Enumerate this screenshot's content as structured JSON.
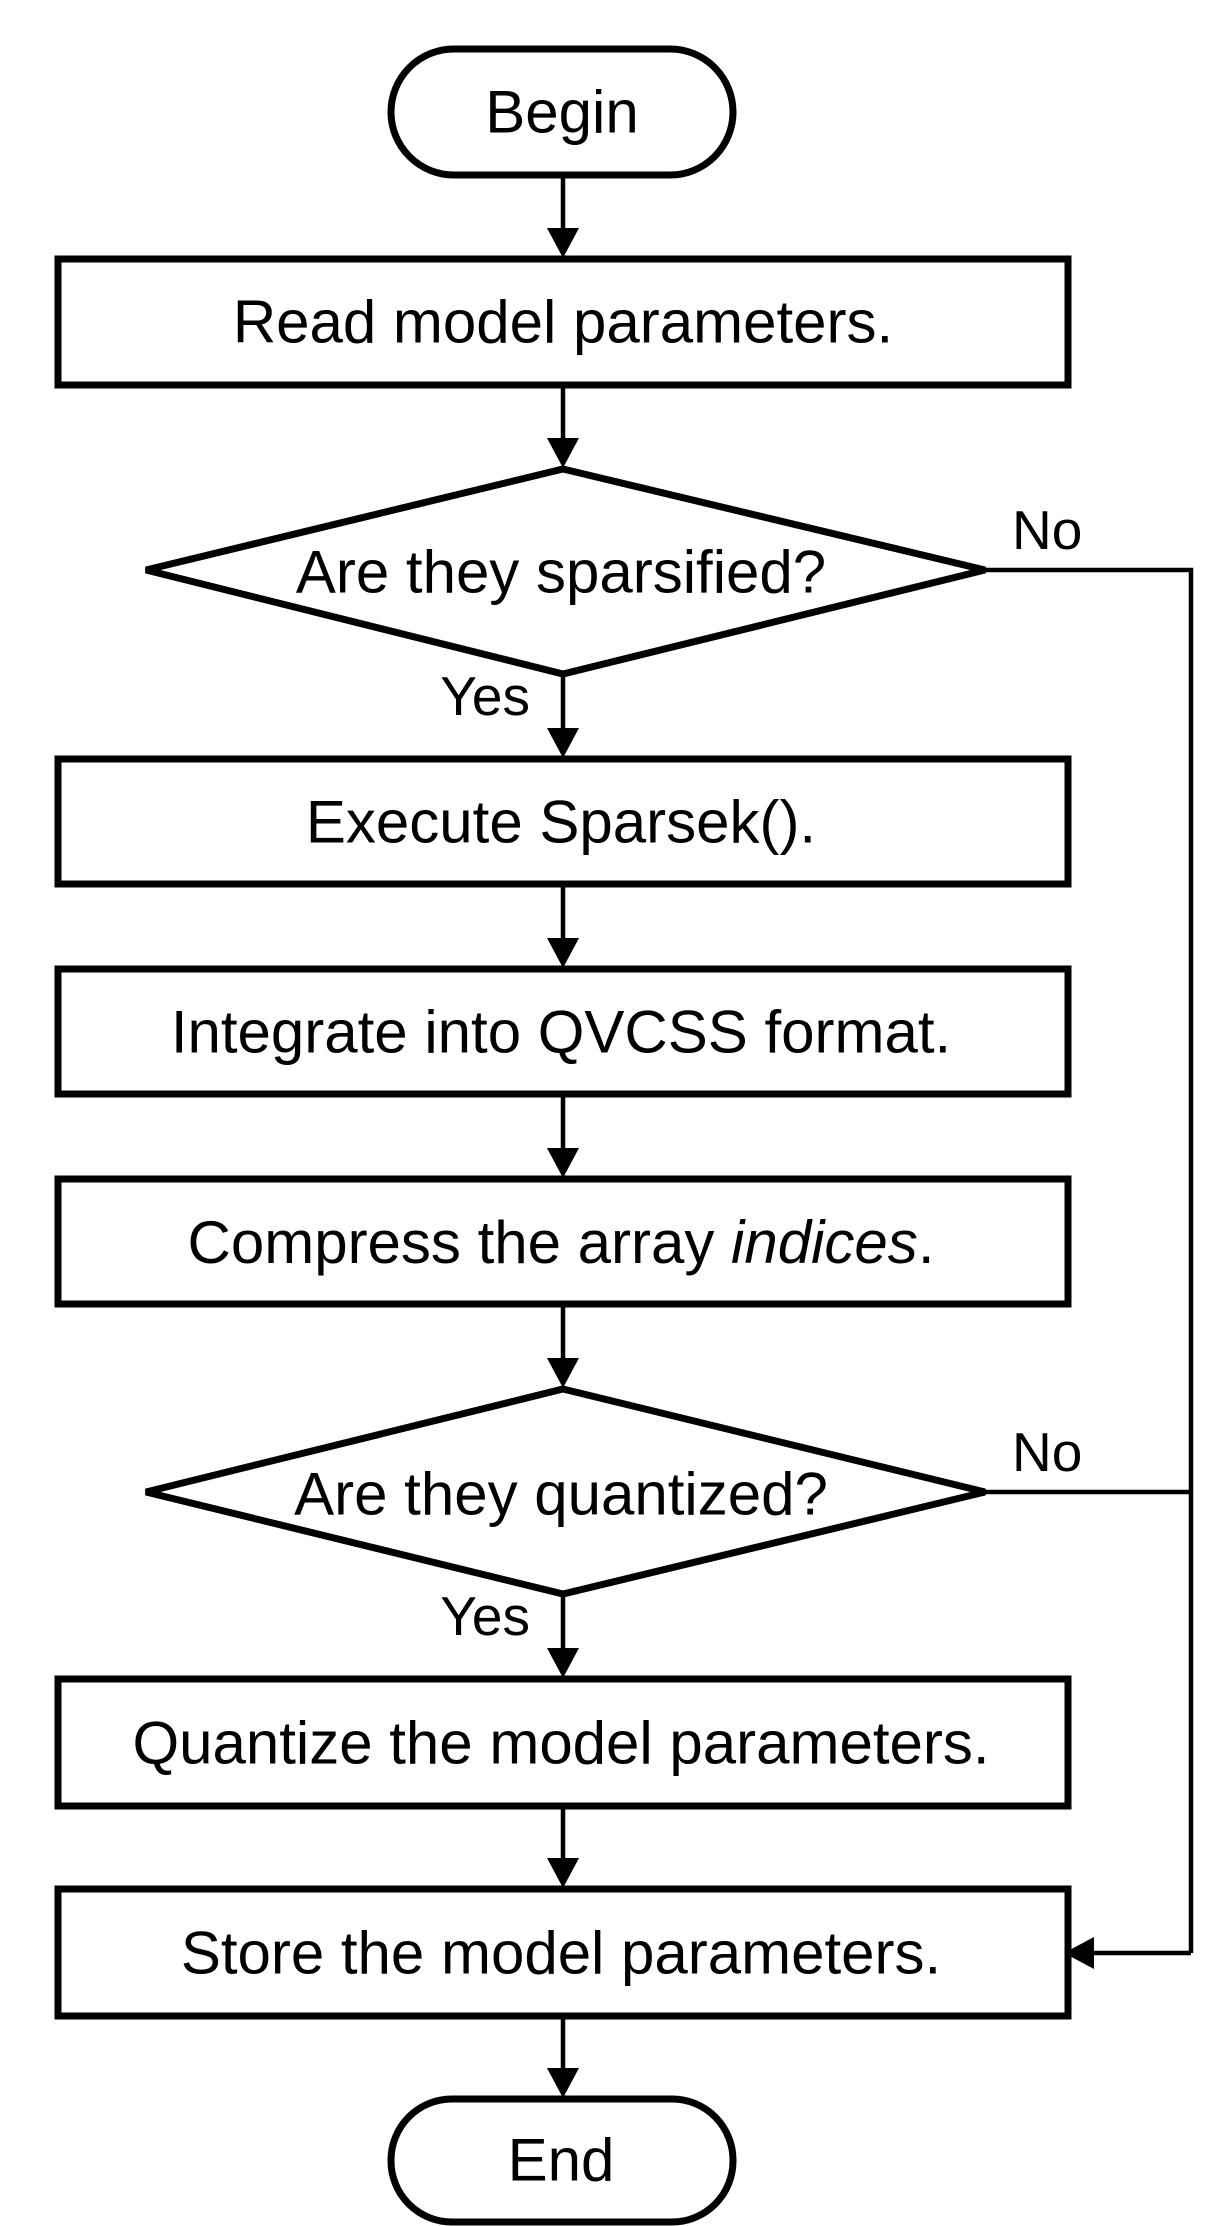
{
  "nodes": {
    "begin": "Begin",
    "read": "Read model parameters.",
    "sparsified": "Are they sparsified?",
    "execute": "Execute Sparsek().",
    "integrate": "Integrate into QVCSS format.",
    "compress_prefix": "Compress the array ",
    "compress_italic": "indices",
    "compress_suffix": ".",
    "quantized": "Are they quantized?",
    "quantize": "Quantize the model parameters.",
    "store": "Store the model parameters.",
    "end": "End"
  },
  "edges": {
    "sparsified_yes": "Yes",
    "sparsified_no": "No",
    "quantized_yes": "Yes",
    "quantized_no": "No"
  },
  "colors": {
    "stroke": "#000000",
    "fill": "#ffffff"
  }
}
